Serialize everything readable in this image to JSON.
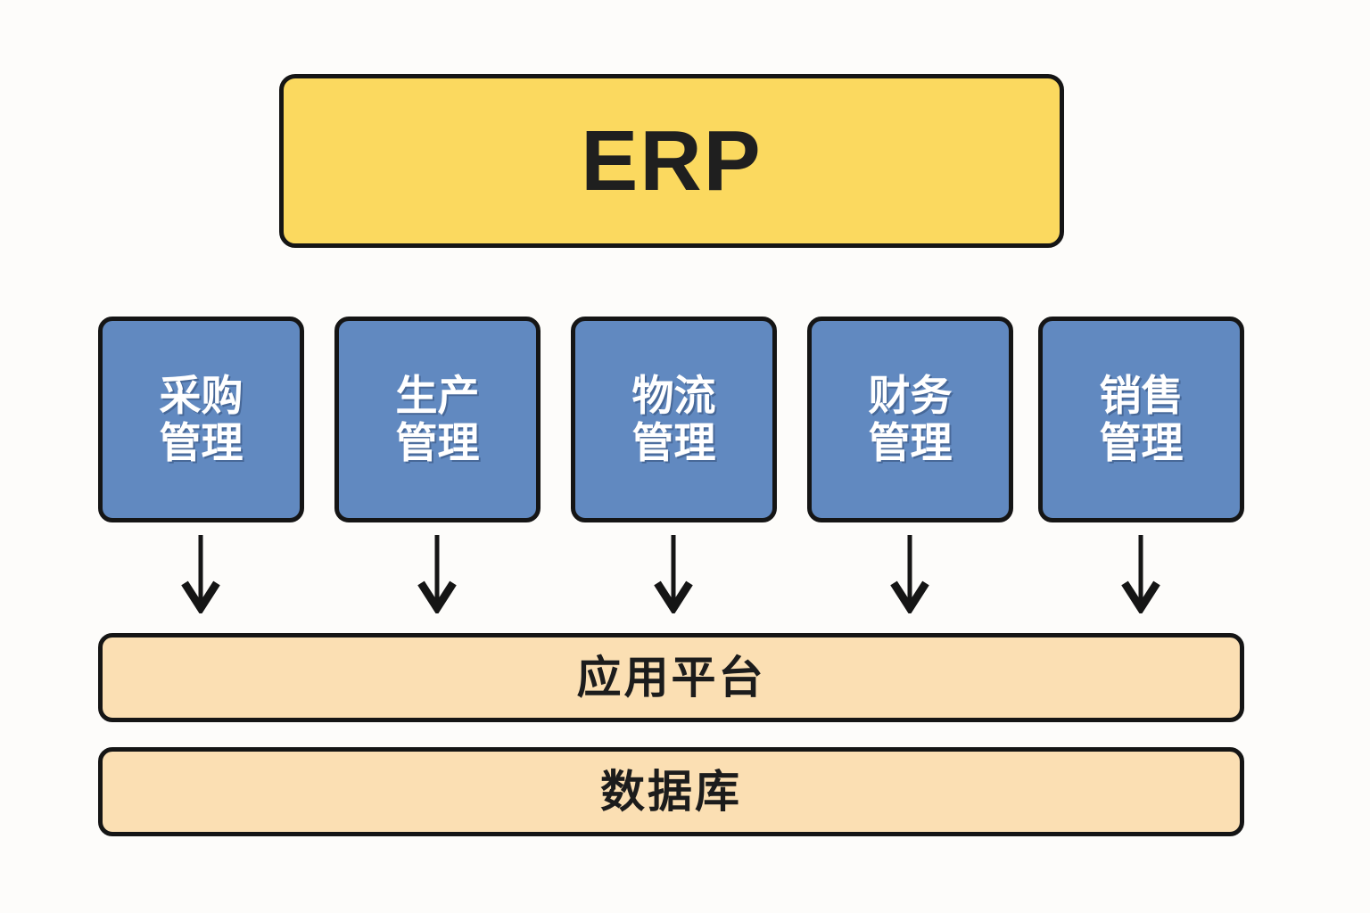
{
  "diagram": {
    "title": "ERP",
    "background_color": "#fdfcfa",
    "top": {
      "label": "ERP",
      "fill_color": "#fbd95f",
      "border_color": "#151515",
      "text_color": "#1f1f1f"
    },
    "modules": {
      "fill_color": "#6189c0",
      "border_color": "#151515",
      "text_color": "#ffffff",
      "items": [
        {
          "label": "采购\n管理",
          "line1": "采购",
          "line2": "管理"
        },
        {
          "label": "生产\n管理",
          "line1": "生产",
          "line2": "管理"
        },
        {
          "label": "物流\n管理",
          "line1": "物流",
          "line2": "管理"
        },
        {
          "label": "财务\n管理",
          "line1": "财务",
          "line2": "管理"
        },
        {
          "label": "销售\n管理",
          "line1": "销售",
          "line2": "管理"
        }
      ]
    },
    "connectors": {
      "count": 5,
      "direction": "down",
      "color": "#151515",
      "icon": "arrow-down-icon"
    },
    "layers": {
      "fill_color": "#fbdfb3",
      "border_color": "#151515",
      "text_color": "#1c1c1c",
      "items": [
        {
          "label": "应用平台"
        },
        {
          "label": "数据库"
        }
      ]
    }
  }
}
